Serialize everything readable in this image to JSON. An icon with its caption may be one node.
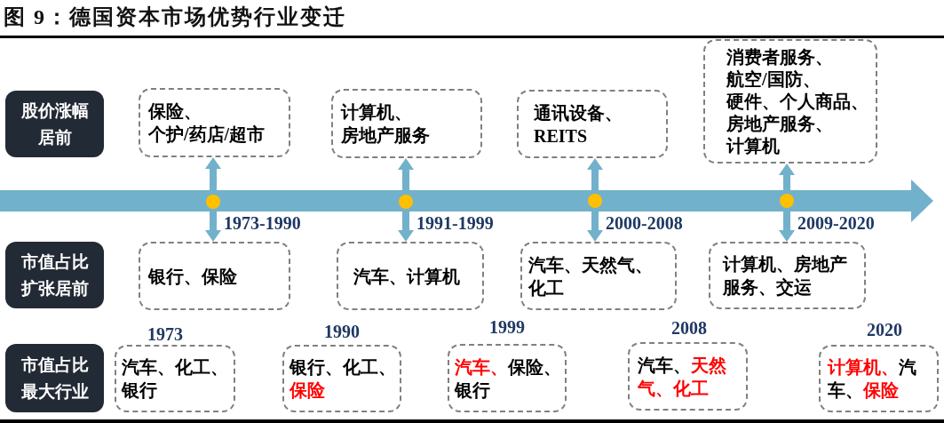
{
  "diagram": {
    "title": "图 9：德国资本市场优势行业变迁",
    "nodes": [
      {
        "text": [
          "股价涨幅居前"
        ]
      },
      {
        "text": [
          "保险、个护/药店/超市"
        ]
      },
      {
        "text": [
          "计算机、房地产服务"
        ]
      },
      {
        "text": [
          "通讯设备、REITS"
        ]
      },
      {
        "text": [
          "消费者服务、航空/国防、硬件、个人商品、房地产服务、计算机"
        ]
      },
      {
        "text": [],
        "shape": "arrow"
      },
      {
        "text": [],
        "shape": "circle",
        "in": 5,
        "beside": [
          "1973-1990"
        ]
      },
      {
        "text": [],
        "shape": "circle",
        "in": 5,
        "beside": [
          "1991-1999"
        ]
      },
      {
        "text": [],
        "shape": "circle",
        "in": 5,
        "beside": [
          "2000-2008"
        ]
      },
      {
        "text": [],
        "shape": "circle",
        "in": 5,
        "beside": [
          "2009-2020"
        ]
      },
      {
        "text": [
          "市值占比扩张居前"
        ]
      },
      {
        "text": [
          "银行、保险"
        ]
      },
      {
        "text": [
          "汽车、计算机"
        ]
      },
      {
        "text": [
          "汽车、天然气、化工"
        ]
      },
      {
        "text": [
          "计算机、房地产服务、交运"
        ]
      },
      {
        "text": [
          "市值占比最大行业"
        ]
      },
      {
        "text": [
          "汽车、化工、银行"
        ],
        "beside": [
          "1973"
        ]
      },
      {
        "text": [
          "银行、化工、**保险**"
        ],
        "beside": [
          "1990"
        ]
      },
      {
        "text": [
          "**汽车、**保险、银行"
        ],
        "beside": [
          "1999"
        ]
      },
      {
        "text": [
          "汽车、**天然气、化工**"
        ],
        "beside": [
          "2008"
        ]
      },
      {
        "text": [
          "**计算机、**汽车、**保险**"
        ],
        "beside": [
          "2020"
        ]
      }
    ],
    "edges": [
      {
        "from": 6,
        "to": 1,
        "arrow": "to"
      },
      {
        "from": 6,
        "to": 11,
        "arrow": "to"
      },
      {
        "from": 7,
        "to": 2,
        "arrow": "to"
      },
      {
        "from": 7,
        "to": 12,
        "arrow": "to"
      },
      {
        "from": 8,
        "to": 3,
        "arrow": "to"
      },
      {
        "from": 8,
        "to": 13,
        "arrow": "to"
      },
      {
        "from": 9,
        "to": 4,
        "arrow": "to"
      },
      {
        "from": 9,
        "to": 14,
        "arrow": "to"
      }
    ]
  }
}
